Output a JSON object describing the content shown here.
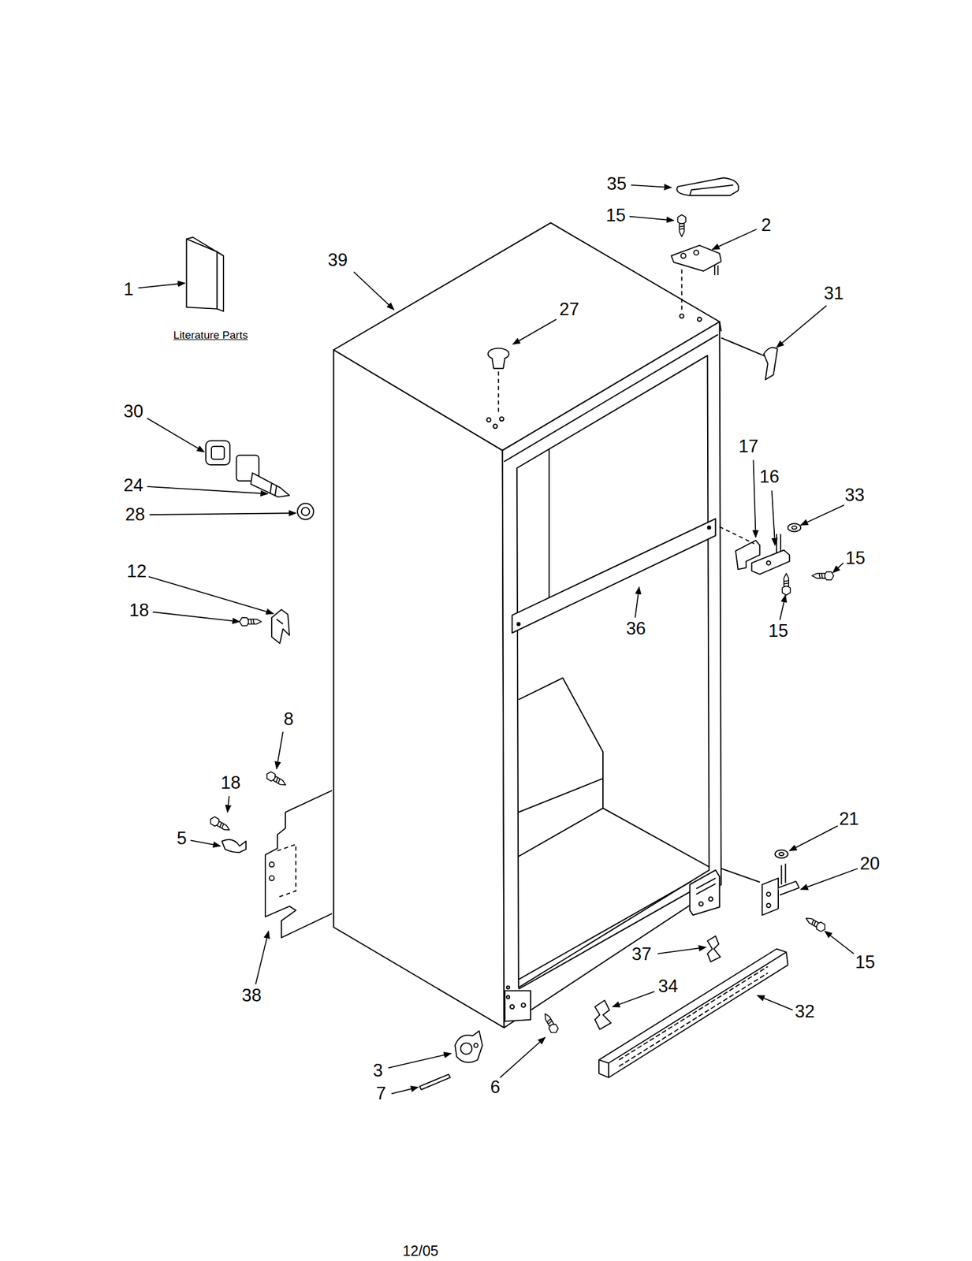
{
  "diagram": {
    "labels": [
      "35",
      "15",
      "2",
      "1",
      "Literature Parts",
      "39",
      "27",
      "31",
      "30",
      "24",
      "28",
      "17",
      "16",
      "33",
      "15",
      "12",
      "18",
      "36",
      "15",
      "8",
      "18",
      "5",
      "21",
      "20",
      "15",
      "37",
      "34",
      "32",
      "38",
      "3",
      "7",
      "6",
      "12/05"
    ]
  }
}
